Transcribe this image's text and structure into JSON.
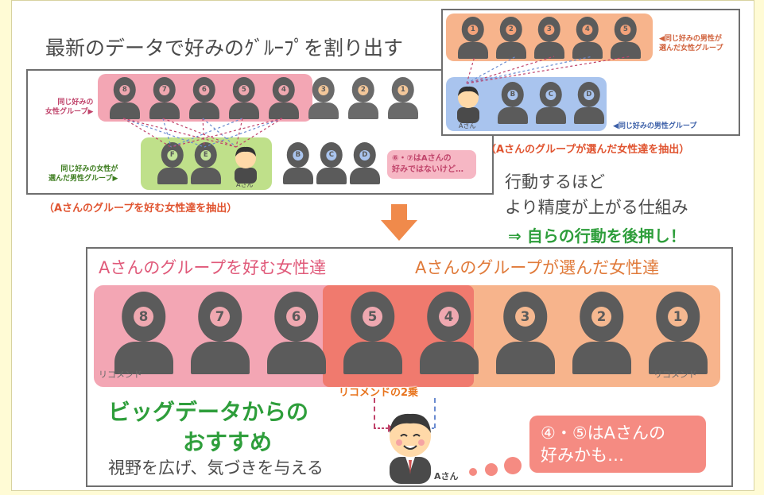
{
  "top_left": {
    "title": "最新のデータで好みのｸﾞﾙｰﾌﾟを割り出す",
    "pink_label": [
      "同じ好みの",
      "女性グループ▶"
    ],
    "green_label": [
      "同じ好みの女性が",
      "選んだ男性グループ▶"
    ],
    "women": [
      "8",
      "7",
      "6",
      "5",
      "4",
      "3",
      "2",
      "1"
    ],
    "men": [
      "F",
      "E",
      "B",
      "C",
      "D"
    ],
    "a_label": "Aさん",
    "note": [
      "⑥・⑦はAさんの",
      "好みではないけど…"
    ],
    "caption": "（Aさんのグループを好む女性達を抽出）"
  },
  "top_right": {
    "women": [
      "1",
      "2",
      "3",
      "4",
      "5"
    ],
    "men": [
      "B",
      "C",
      "D"
    ],
    "orange_label": [
      "◀同じ好みの男性が",
      "選んだ女性グループ"
    ],
    "blue_label": "◀同じ好みの男性グループ",
    "a_label": "Aさん",
    "caption": "（Aさんのグループが選んだ女性達を抽出）"
  },
  "middle_text": {
    "line1": "行動するほど",
    "line2": "より精度が上がる仕組み",
    "line3": "⇒ 自らの行動を後押し！"
  },
  "bottom": {
    "header_left": "Aさんのグループを好む女性達",
    "header_right": "Aさんのグループが選んだ女性達",
    "women": [
      "8",
      "7",
      "6",
      "5",
      "4",
      "3",
      "2",
      "1"
    ],
    "recommend_left": "リコメンド",
    "recommend_right": "リコメンド",
    "recommend_double": "リコメンドの2乗",
    "big_line1": "ビッグデータからの",
    "big_line2": "おすすめ",
    "sub_line": "視野を広げ、気づきを与える",
    "a_label": "Aさん",
    "bubble": [
      "④・⑤はAさんの",
      "好みかも…"
    ]
  },
  "colors": {
    "pink": "#f3a6b4",
    "orange": "#f7b48c",
    "green": "#bfe08a",
    "blue": "#a9c4ee",
    "silhouette": "#5b5b5b",
    "green_text": "#2e9e3b",
    "red_text": "#e0532f"
  }
}
